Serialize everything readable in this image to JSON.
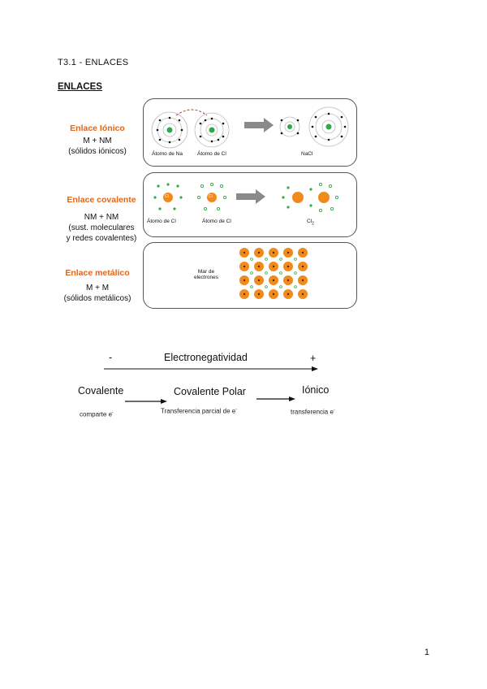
{
  "header": "T3.1 - ENLACES",
  "section_title": "ENLACES",
  "bonds": [
    {
      "title": "Enlace Iónico",
      "lines": [
        "M + NM",
        "(sólidos iónicos)"
      ],
      "labels": {
        "a": "Átomo de Na",
        "b": "Átomo de Cl",
        "c": "NaCl"
      }
    },
    {
      "title": "Enlace covalente",
      "lines": [
        "NM + NM",
        "(sust. moleculares",
        "y redes covalentes)"
      ],
      "labels": {
        "a": "Átomo de Cl",
        "b": "Átomo de Cl",
        "c": "Cl",
        "c_sub": "2",
        "atom": "Cl"
      }
    },
    {
      "title": "Enlace metálico",
      "lines": [
        "M + M",
        "(sólidos metálicos)"
      ],
      "labels": {
        "sea_1": "Mar de",
        "sea_2": "electrones"
      }
    }
  ],
  "scale": {
    "minus": "-",
    "plus": "+",
    "label": "Electronegatividad",
    "types": [
      {
        "name": "Covalente",
        "desc": "comparte e"
      },
      {
        "name": "Covalente Polar",
        "desc": "Transferencia parcial de e"
      },
      {
        "name": "Iónico",
        "desc": "transferencia e"
      }
    ]
  },
  "page_number": "1",
  "colors": {
    "accent": "#e0661a",
    "electron_green": "#2eaa4a",
    "atom_orange": "#f08a1c"
  }
}
